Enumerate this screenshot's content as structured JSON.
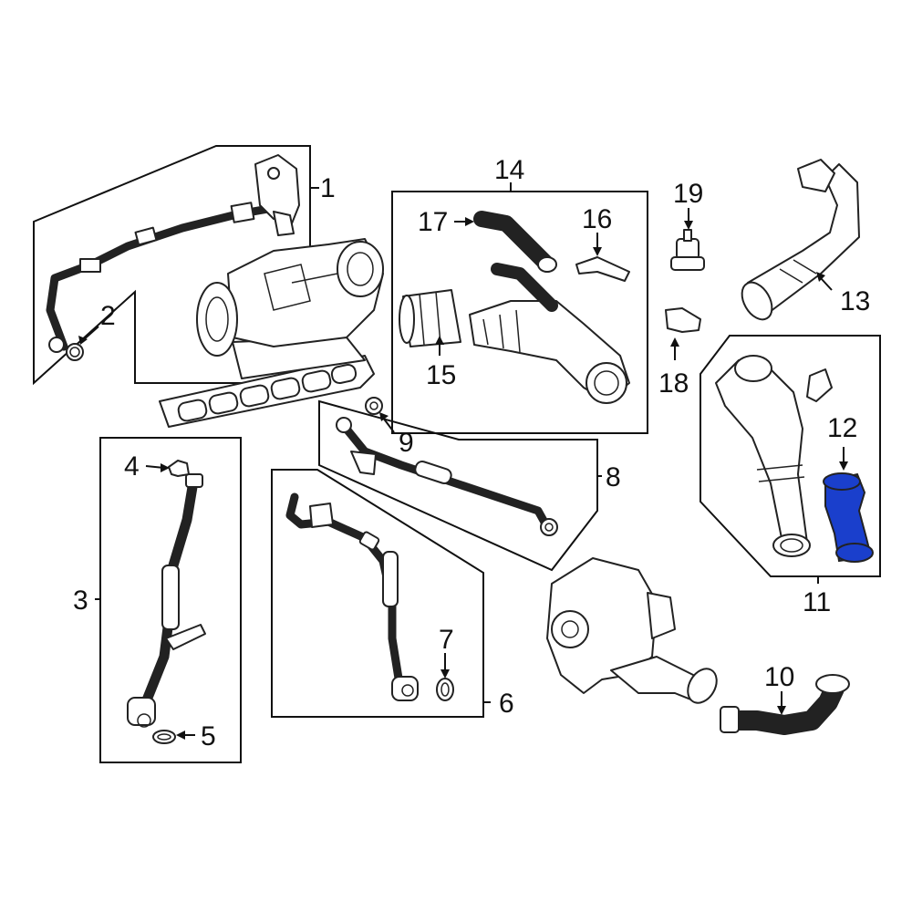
{
  "callouts": {
    "c1": "1",
    "c2": "2",
    "c3": "3",
    "c4": "4",
    "c5": "5",
    "c6": "6",
    "c7": "7",
    "c8": "8",
    "c9": "9",
    "c10": "10",
    "c11": "11",
    "c12": "12",
    "c13": "13",
    "c14": "14",
    "c15": "15",
    "c16": "16",
    "c17": "17",
    "c18": "18",
    "c19": "19"
  },
  "colors": {
    "highlight": "#1a3fcc",
    "line": "#222222",
    "background": "#ffffff"
  }
}
